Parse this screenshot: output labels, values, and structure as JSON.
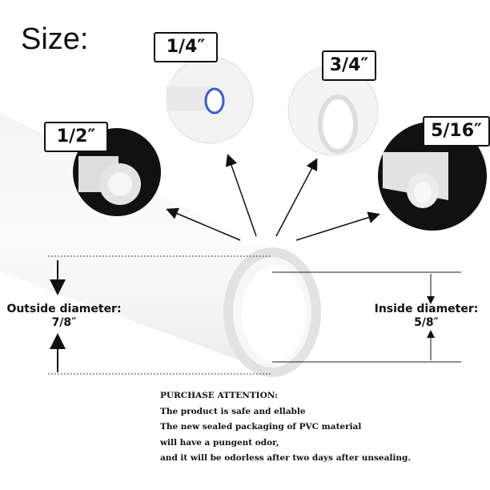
{
  "title": "Size:",
  "sizes": [
    "1/4″",
    "3/4″",
    "1/2″",
    "5/16″"
  ],
  "outside": {
    "label": "Outside diameter:",
    "value": "7/8″"
  },
  "inside": {
    "label": "Inside diameter:",
    "value": "5/8″"
  },
  "notice": {
    "heading": "PURCHASE ATTENTION:",
    "lines": [
      "The product is safe and ellable",
      "The new sealed packaging of PVC material",
      "will have a pungent odor,",
      "and it will be odorless after two days after unsealing."
    ]
  }
}
